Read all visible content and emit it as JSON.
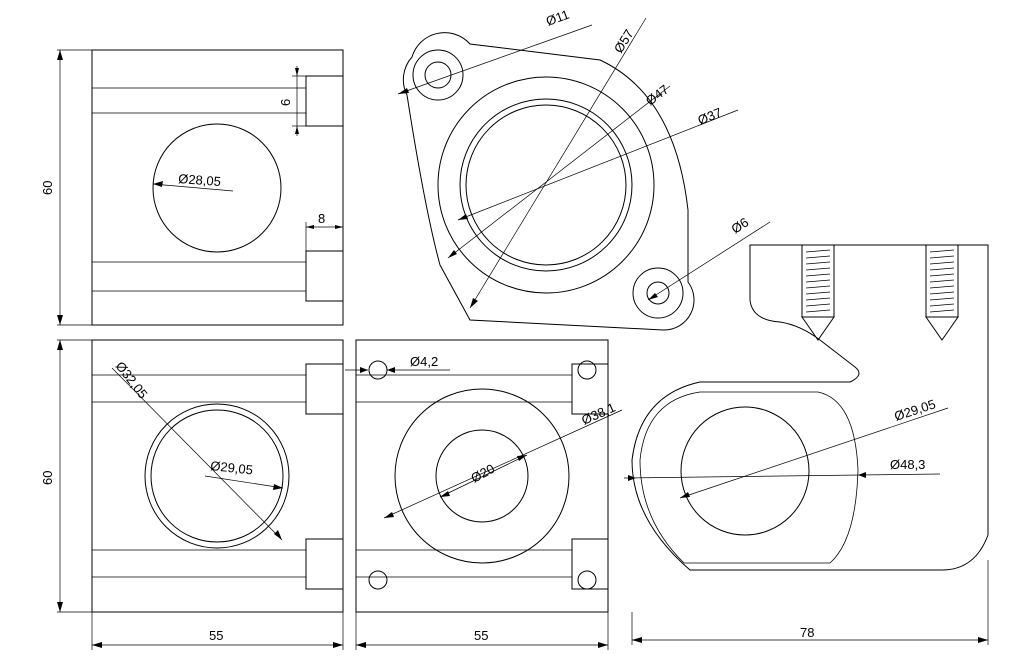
{
  "dimensions": {
    "front_height": "60",
    "front_slot": "6",
    "front_hole": "Ø28,05",
    "front_step": "8",
    "flange_bolt_hole": "Ø11",
    "flange_outer": "Ø57",
    "flange_pitch": "Ø47",
    "flange_bore": "Ø37",
    "flange_small_hole": "Ø6",
    "bottom_left_height": "60",
    "bottom_left_outer": "Ø32,05",
    "bottom_left_inner": "Ø29,05",
    "bottom_left_width": "55",
    "bottom_mid_hole": "Ø4,2",
    "bottom_mid_outer": "Ø38,1",
    "bottom_mid_inner": "Ø20",
    "bottom_mid_width": "55",
    "clamp_inner": "Ø29,05",
    "clamp_outer": "Ø48,3",
    "clamp_width": "78"
  }
}
